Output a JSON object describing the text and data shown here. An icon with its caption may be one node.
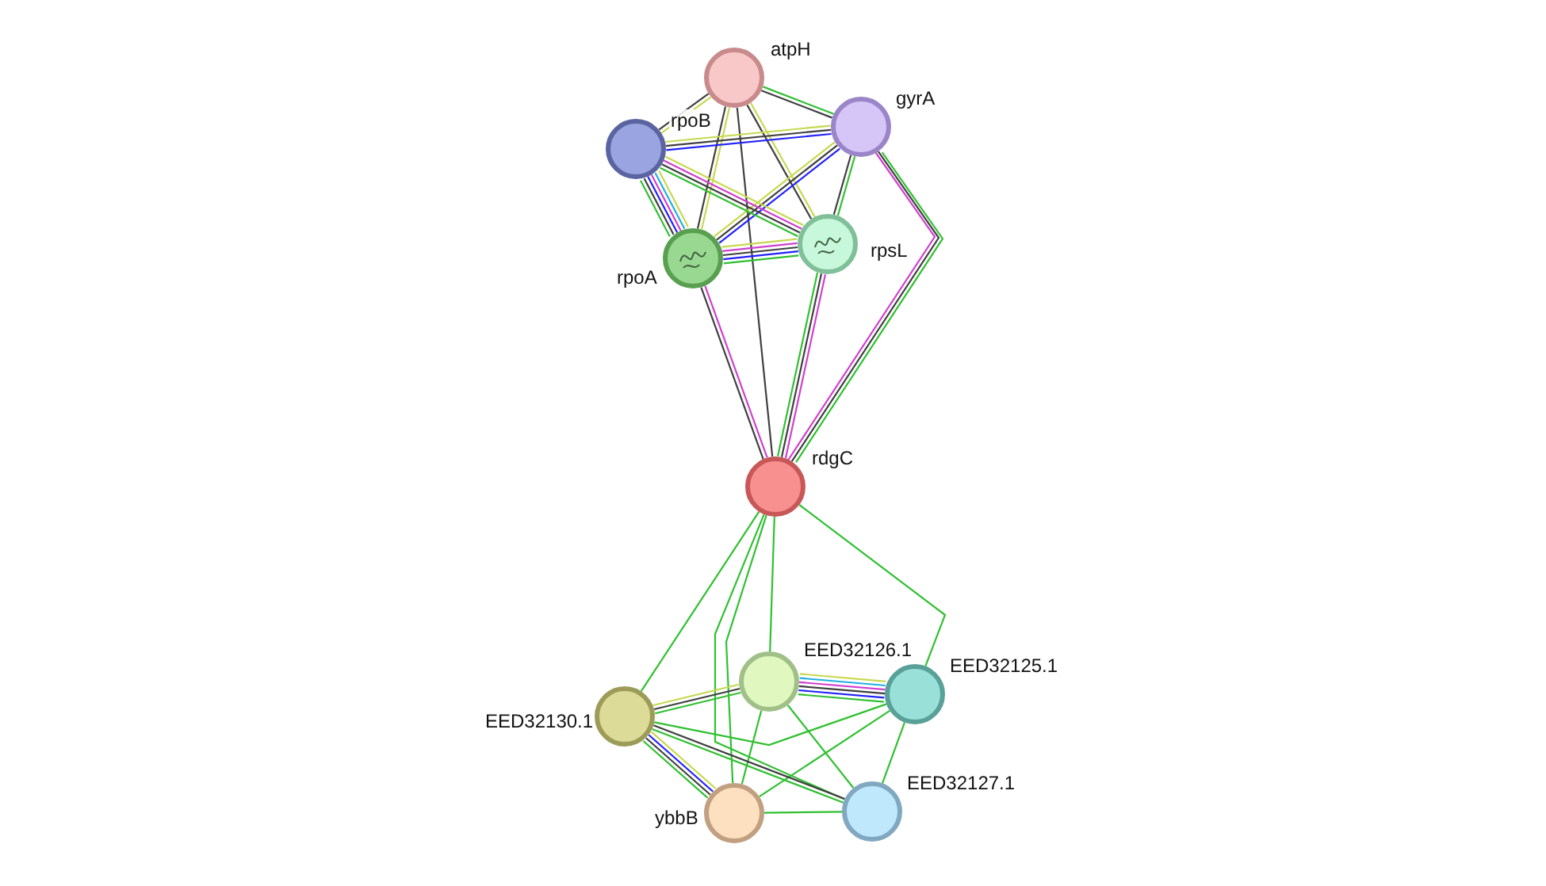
{
  "diagram": {
    "nodes": [
      {
        "text": [
          "atpH"
        ]
      },
      {
        "text": [
          "gyrA"
        ]
      },
      {
        "text": [
          "rpoB"
        ]
      },
      {
        "text": [
          "rpoA"
        ]
      },
      {
        "text": [
          "rpsL"
        ]
      },
      {
        "text": [
          "rdgC"
        ]
      },
      {
        "text": [
          "EED32126.1"
        ]
      },
      {
        "text": [
          "EED32125.1"
        ]
      },
      {
        "text": [
          "EED32130.1"
        ]
      },
      {
        "text": [
          "ybbB"
        ]
      },
      {
        "text": [
          "EED32127.1"
        ]
      }
    ],
    "edges": [
      {
        "from": 0,
        "to": 2,
        "arrow": "none",
        "color": "#c8d850"
      },
      {
        "from": 0,
        "to": 2,
        "arrow": "none",
        "color": "#404040"
      },
      {
        "from": 0,
        "to": 1,
        "arrow": "none"
      },
      {
        "from": 0,
        "to": 1,
        "arrow": "none",
        "color": "#404040"
      },
      {
        "from": 0,
        "to": 3,
        "arrow": "none",
        "color": "#c8d850"
      },
      {
        "from": 0,
        "to": 3,
        "arrow": "none",
        "color": "#404040"
      },
      {
        "from": 0,
        "to": 4,
        "arrow": "none",
        "color": "#c8d850"
      },
      {
        "from": 0,
        "to": 4,
        "arrow": "none",
        "color": "#404040"
      },
      {
        "from": 0,
        "to": 5,
        "arrow": "none",
        "color": "#404040"
      },
      {
        "from": 1,
        "to": 2,
        "arrow": "none",
        "color": "#2020ff"
      },
      {
        "from": 1,
        "to": 2,
        "arrow": "none",
        "color": "#404040"
      },
      {
        "from": 1,
        "to": 2,
        "arrow": "none",
        "color": "#c8d850"
      },
      {
        "from": 1,
        "to": 3,
        "arrow": "none",
        "color": "#2020ff"
      },
      {
        "from": 1,
        "to": 3,
        "arrow": "none",
        "color": "#404040"
      },
      {
        "from": 1,
        "to": 3,
        "arrow": "none",
        "color": "#c8d850"
      },
      {
        "from": 1,
        "to": 4,
        "arrow": "none"
      },
      {
        "from": 1,
        "to": 4,
        "arrow": "none",
        "color": "#404040"
      },
      {
        "from": 1,
        "to": 5,
        "arrow": "none"
      },
      {
        "from": 1,
        "to": 5,
        "arrow": "none",
        "color": "#404040"
      },
      {
        "from": 1,
        "to": 5,
        "arrow": "none",
        "color": "#d040d0"
      },
      {
        "from": 2,
        "to": 3,
        "arrow": "none",
        "color": "#c8d850"
      },
      {
        "from": 2,
        "to": 3,
        "arrow": "none",
        "color": "#20b0e0"
      },
      {
        "from": 2,
        "to": 3,
        "arrow": "none",
        "color": "#d040d0"
      },
      {
        "from": 2,
        "to": 3,
        "arrow": "none",
        "color": "#2020ff"
      },
      {
        "from": 2,
        "to": 3,
        "arrow": "none",
        "color": "#404040"
      },
      {
        "from": 2,
        "to": 3,
        "arrow": "none"
      },
      {
        "from": 2,
        "to": 4,
        "arrow": "none",
        "color": "#c8d850"
      },
      {
        "from": 2,
        "to": 4,
        "arrow": "none",
        "color": "#d040d0"
      },
      {
        "from": 2,
        "to": 4,
        "arrow": "none",
        "color": "#404040"
      },
      {
        "from": 2,
        "to": 4,
        "arrow": "none"
      },
      {
        "from": 3,
        "to": 4,
        "arrow": "none",
        "color": "#c8d850"
      },
      {
        "from": 3,
        "to": 4,
        "arrow": "none",
        "color": "#d040d0"
      },
      {
        "from": 3,
        "to": 4,
        "arrow": "none",
        "color": "#404040"
      },
      {
        "from": 3,
        "to": 4,
        "arrow": "none",
        "color": "#2020ff"
      },
      {
        "from": 3,
        "to": 4,
        "arrow": "none"
      },
      {
        "from": 3,
        "to": 5,
        "arrow": "none",
        "color": "#d040d0"
      },
      {
        "from": 3,
        "to": 5,
        "arrow": "none",
        "color": "#404040"
      },
      {
        "from": 4,
        "to": 5,
        "arrow": "none",
        "color": "#d040d0"
      },
      {
        "from": 4,
        "to": 5,
        "arrow": "none",
        "color": "#404040"
      },
      {
        "from": 4,
        "to": 5,
        "arrow": "none"
      },
      {
        "from": 5,
        "to": 6,
        "arrow": "none"
      },
      {
        "from": 5,
        "to": 7,
        "arrow": "none"
      },
      {
        "from": 5,
        "to": 8,
        "arrow": "none"
      },
      {
        "from": 5,
        "to": 9,
        "arrow": "none"
      },
      {
        "from": 5,
        "to": 10,
        "arrow": "none"
      },
      {
        "from": 6,
        "to": 7,
        "arrow": "none",
        "color": "#c8d850"
      },
      {
        "from": 6,
        "to": 7,
        "arrow": "none",
        "color": "#20b0e0"
      },
      {
        "from": 6,
        "to": 7,
        "arrow": "none",
        "color": "#d040d0"
      },
      {
        "from": 6,
        "to": 7,
        "arrow": "none",
        "color": "#404040"
      },
      {
        "from": 6,
        "to": 7,
        "arrow": "none",
        "color": "#2020ff"
      },
      {
        "from": 6,
        "to": 7,
        "arrow": "none"
      },
      {
        "from": 6,
        "to": 8,
        "arrow": "none"
      },
      {
        "from": 6,
        "to": 8,
        "arrow": "none",
        "color": "#404040"
      },
      {
        "from": 6,
        "to": 8,
        "arrow": "none",
        "color": "#c8d850"
      },
      {
        "from": 6,
        "to": 9,
        "arrow": "none"
      },
      {
        "from": 6,
        "to": 10,
        "arrow": "none"
      },
      {
        "from": 7,
        "to": 8,
        "arrow": "none"
      },
      {
        "from": 7,
        "to": 9,
        "arrow": "none"
      },
      {
        "from": 7,
        "to": 10,
        "arrow": "none"
      },
      {
        "from": 8,
        "to": 9,
        "arrow": "none",
        "color": "#c8d850"
      },
      {
        "from": 8,
        "to": 9,
        "arrow": "none",
        "color": "#2020ff"
      },
      {
        "from": 8,
        "to": 9,
        "arrow": "none",
        "color": "#404040"
      },
      {
        "from": 8,
        "to": 9,
        "arrow": "none"
      },
      {
        "from": 8,
        "to": 10,
        "arrow": "none",
        "color": "#404040"
      },
      {
        "from": 8,
        "to": 10,
        "arrow": "none"
      },
      {
        "from": 9,
        "to": 10,
        "arrow": "none"
      }
    ]
  }
}
